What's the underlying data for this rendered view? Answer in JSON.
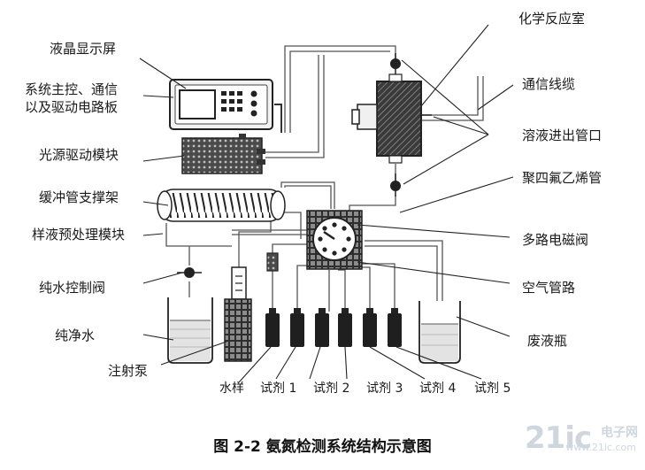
{
  "labels": {
    "lcd": "液晶显示屏",
    "main_ctrl_1": "系统主控、通信",
    "main_ctrl_2": "以及驱动电路板",
    "light_driver": "光源驱动模块",
    "buffer_support": "缓冲管支撑架",
    "pretreat": "样液预处理模块",
    "pure_valve": "纯水控制阀",
    "pure_water": "纯净水",
    "syringe_pump": "注射泵",
    "reactor": "化学反应室",
    "comm_cable": "通信线缆",
    "pipe_io": "溶液进出管口",
    "ptfe_tube": "聚四氟乙烯管",
    "multi_valve": "多路电磁阀",
    "air_path": "空气管路",
    "waste": "废液瓶",
    "sample": "水样",
    "reagent1": "试剂 1",
    "reagent2": "试剂 2",
    "reagent3": "试剂 3",
    "reagent4": "试剂 4",
    "reagent5": "试剂 5"
  },
  "caption": "图 2-2  氨氮检测系统结构示意图",
  "watermark": {
    "main": "21ic",
    "sub": "电子网",
    "url": "www.21ic.com"
  }
}
